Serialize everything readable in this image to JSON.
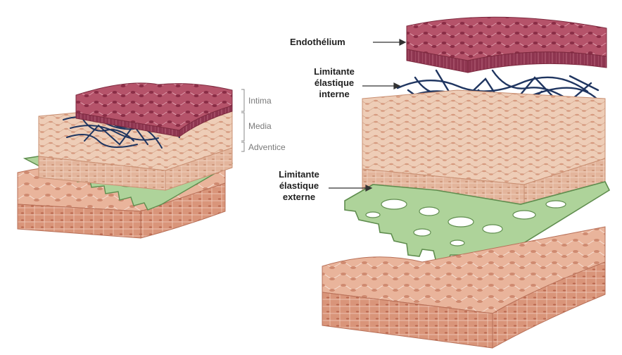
{
  "colors": {
    "intima": "#b5536a",
    "intima_dark": "#7d2a3f",
    "media": "#eecdb7",
    "media_dark": "#c98f72",
    "elastic_internal": "#1f3560",
    "elastic_external": "#aed39a",
    "elastic_external_dark": "#5f8d4e",
    "adventitia": "#e7ad93",
    "adventitia_dark": "#b87058"
  },
  "left_labels": {
    "intima": "Intima",
    "media": "Media",
    "adventice": "Adventice"
  },
  "right_labels": {
    "endothelium": "Endothélium",
    "internal_line1": "Limitante",
    "internal_line2": "élastique",
    "internal_line3": "interne",
    "external_line1": "Limitante",
    "external_line2": "élastique",
    "external_line3": "externe"
  }
}
